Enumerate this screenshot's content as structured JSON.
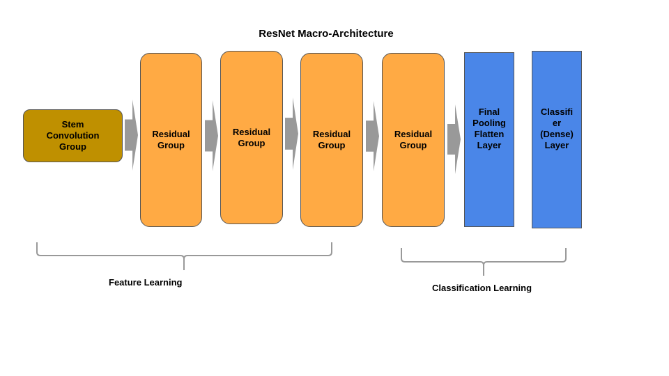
{
  "title": "ResNet Macro-Architecture",
  "blocks": {
    "stem": {
      "lines": [
        "Stem",
        "Convolution",
        "Group"
      ],
      "color": "#bf9000"
    },
    "residual_1": {
      "lines": [
        "Residual",
        "Group"
      ],
      "color": "#ffaa44"
    },
    "residual_2": {
      "lines": [
        "Residual",
        "Group"
      ],
      "color": "#ffaa44"
    },
    "residual_3": {
      "lines": [
        "Residual",
        "Group"
      ],
      "color": "#ffaa44"
    },
    "residual_4": {
      "lines": [
        "Residual",
        "Group"
      ],
      "color": "#ffaa44"
    },
    "pooling": {
      "lines": [
        "Final",
        "Pooling",
        "Flatten",
        "Layer"
      ],
      "color": "#4a86e8"
    },
    "classifier": {
      "lines": [
        "Classifi",
        "er",
        "(Dense)",
        "Layer"
      ],
      "color": "#4a86e8"
    }
  },
  "groups": {
    "feature": {
      "label": "Feature Learning"
    },
    "classification": {
      "label": "Classification Learning"
    }
  }
}
